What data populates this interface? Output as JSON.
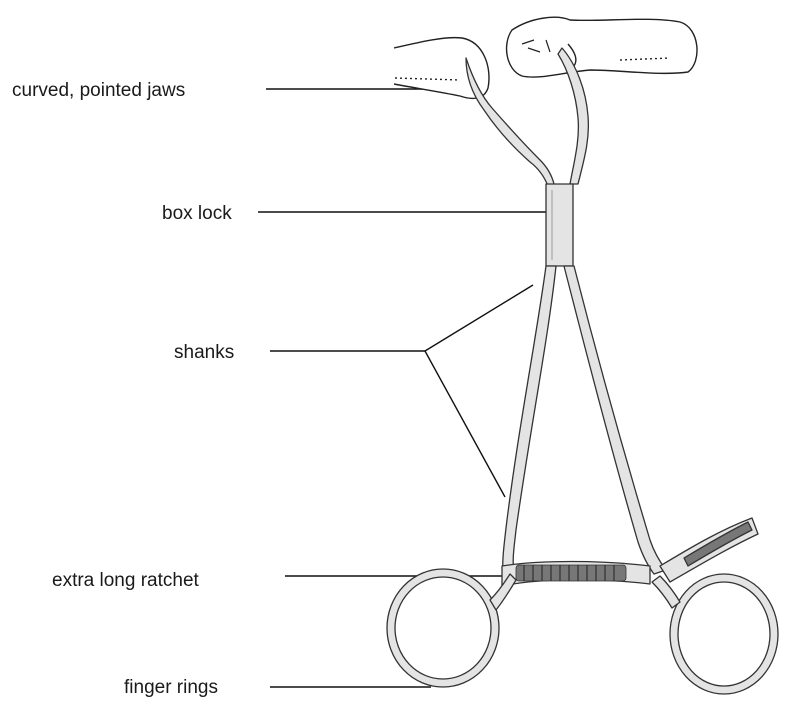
{
  "labels": {
    "jaws": "curved, pointed jaws",
    "box_lock": "box lock",
    "shanks": "shanks",
    "ratchet": "extra long ratchet",
    "finger_rings": "finger rings"
  },
  "colors": {
    "line": "#111111",
    "steel_fill": "#e4e4e4",
    "steel_edge": "#333333",
    "ratchet_fill": "#777777"
  }
}
